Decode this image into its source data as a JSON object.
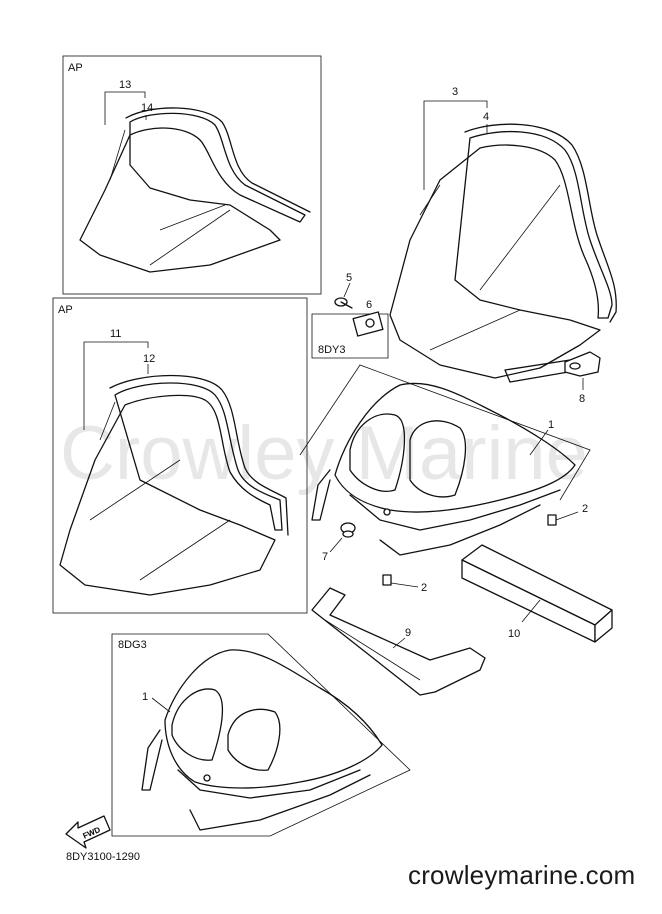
{
  "insets": [
    {
      "id": "ap-top",
      "label": "AP"
    },
    {
      "id": "ap-bottom",
      "label": "AP"
    },
    {
      "id": "variant-8dy3",
      "label": "8DY3"
    },
    {
      "id": "variant-8dg3",
      "label": "8DG3"
    }
  ],
  "callouts": {
    "c13": "13",
    "c14": "14",
    "c3": "3",
    "c4": "4",
    "c5": "5",
    "c6": "6",
    "c11": "11",
    "c12": "12",
    "c1a": "1",
    "c2a": "2",
    "c8": "8",
    "c7": "7",
    "c2b": "2",
    "c9": "9",
    "c10": "10",
    "c1b": "1"
  },
  "fwd_badge": "FWD",
  "footer_code": "8DY3100-1290",
  "watermark_text": "Crowley Marine",
  "site_mark": "crowleymarine.com"
}
